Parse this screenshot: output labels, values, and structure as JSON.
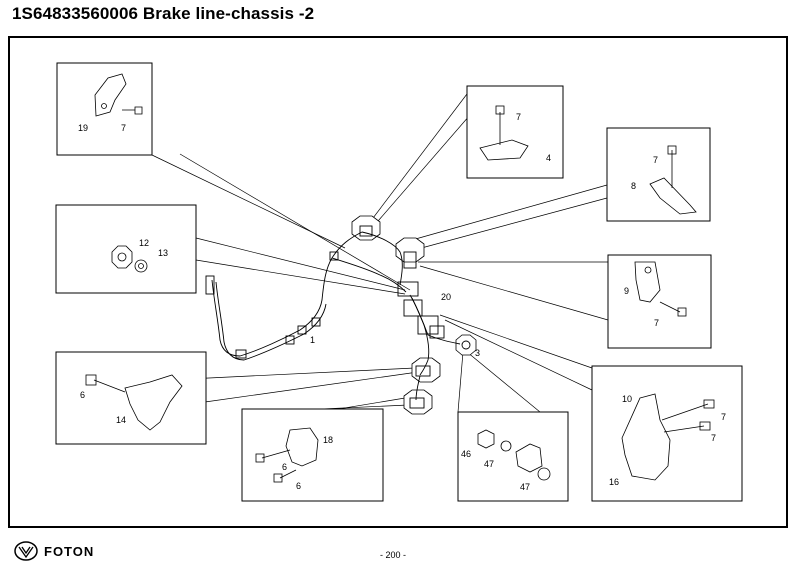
{
  "title": "1S64833560006 Brake line-chassis -2",
  "footer": {
    "brand": "FOTON",
    "page": "- 200 -"
  },
  "callouts": {
    "c1": "1",
    "c3": "3",
    "c20": "20",
    "c4": "4",
    "c6a": "6",
    "c6b": "6",
    "c6c": "6",
    "c7a": "7",
    "c7b": "7",
    "c7c": "7",
    "c7d": "7",
    "c7e": "7",
    "c7f": "7",
    "c8": "8",
    "c9": "9",
    "c10": "10",
    "c12": "12",
    "c13": "13",
    "c14": "14",
    "c16": "16",
    "c18": "18",
    "c19": "19",
    "c46": "46",
    "c47a": "47",
    "c47b": "47"
  }
}
